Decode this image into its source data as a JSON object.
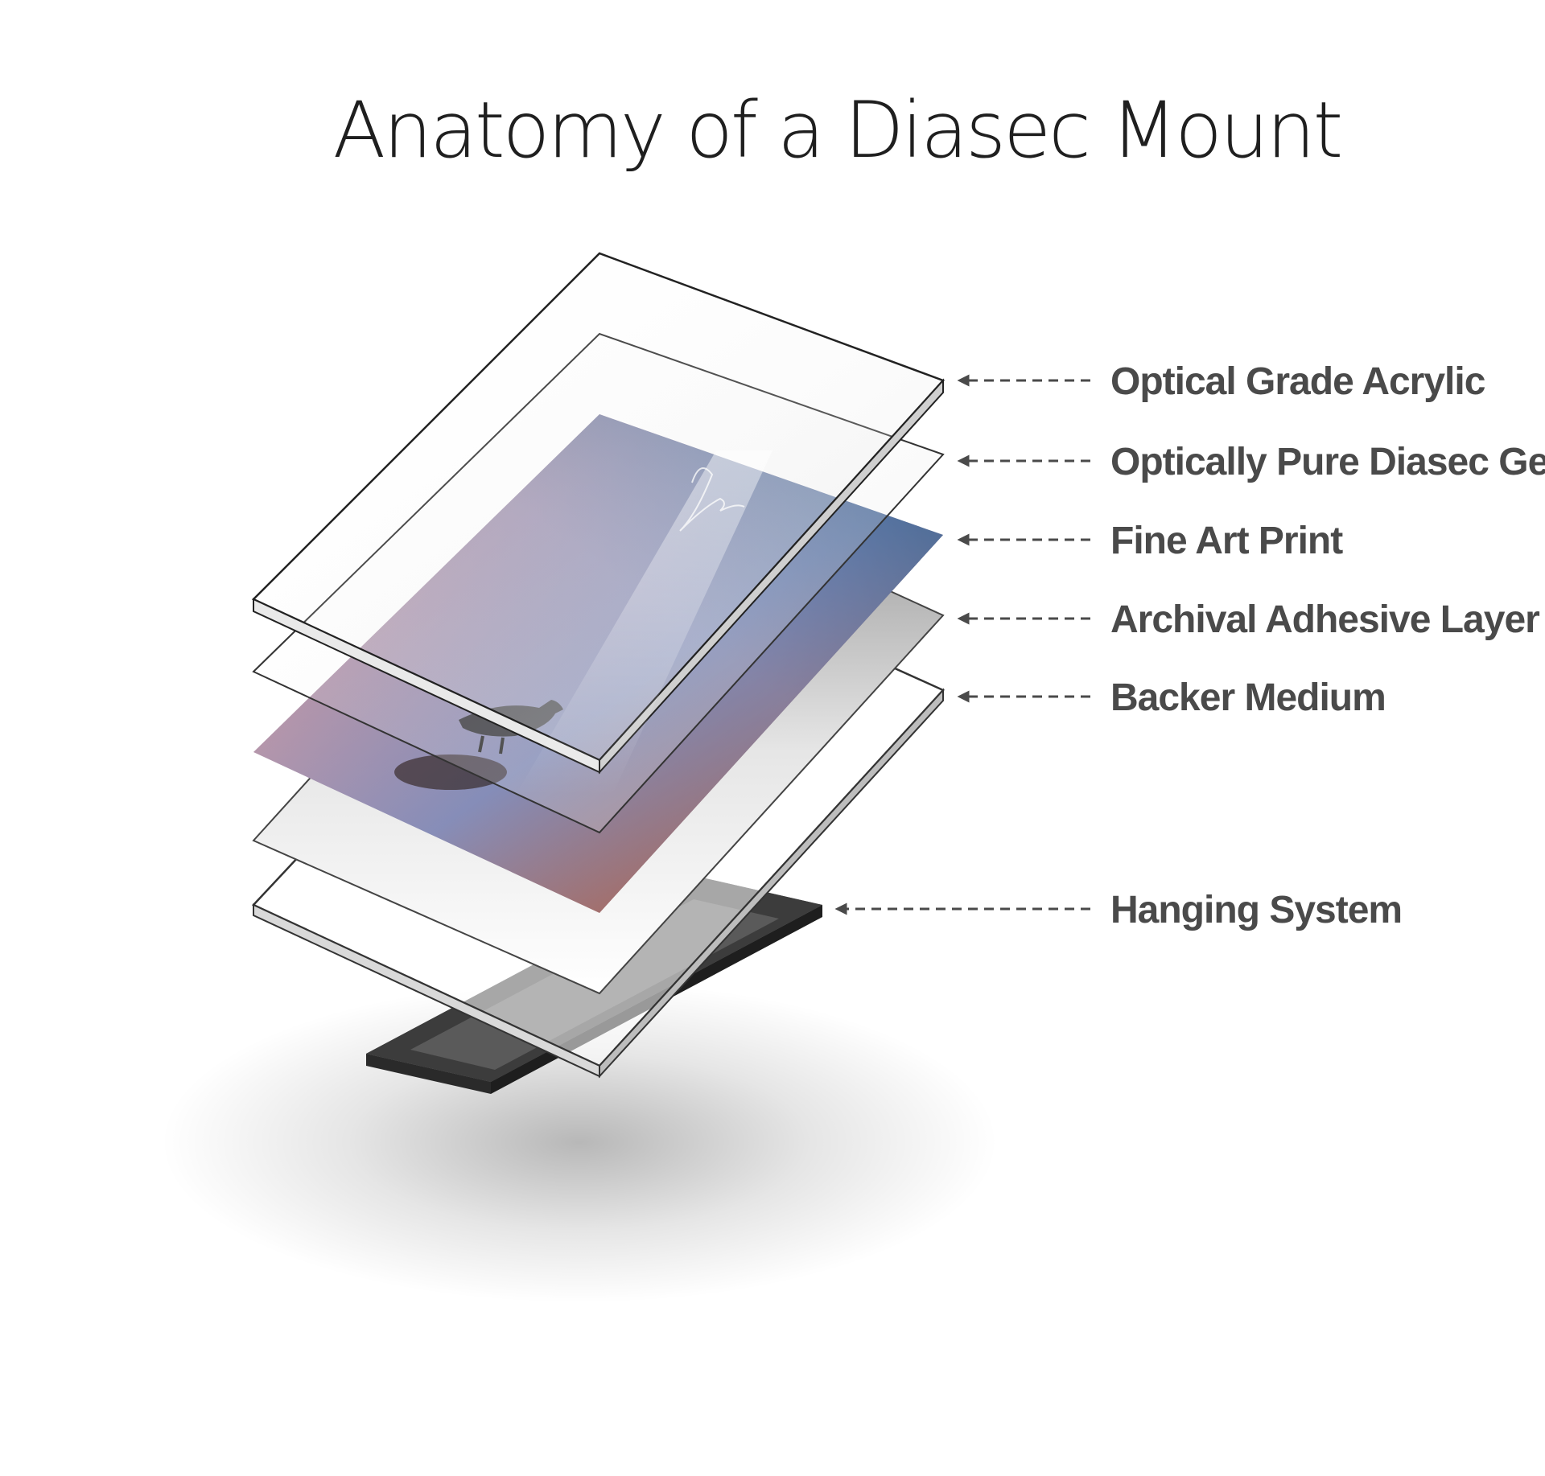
{
  "title": "Anatomy of a Diasec Mount",
  "layers": [
    {
      "label": "Optical Grade Acrylic"
    },
    {
      "label": "Optically Pure Diasec Gel"
    },
    {
      "label": "Fine Art Print"
    },
    {
      "label": "Archival Adhesive Layer"
    },
    {
      "label": "Backer Medium"
    },
    {
      "label": "Hanging System"
    }
  ],
  "colors": {
    "title": "#1f1f1f",
    "label": "#4a4a4a",
    "frame": "#3c3c3c",
    "print_warm": "#c0583a",
    "print_cool": "#2f5d8a"
  }
}
